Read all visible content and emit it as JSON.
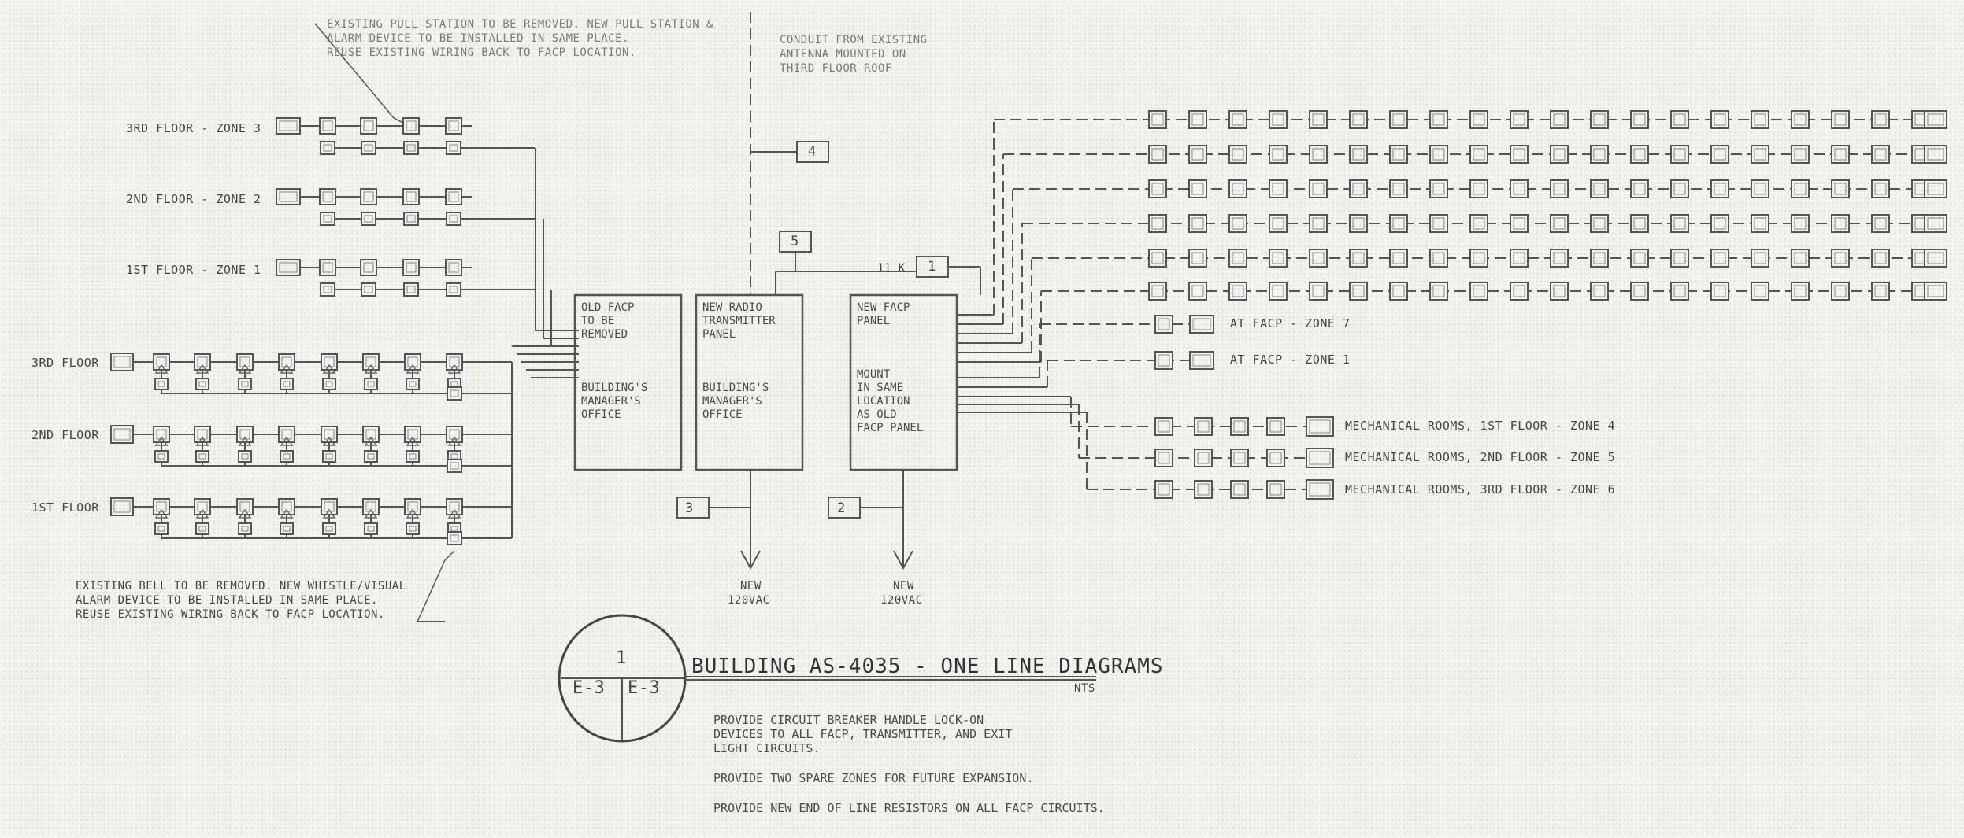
{
  "callouts": {
    "pull_station": [
      "EXISTING PULL STATION TO BE REMOVED. NEW PULL STATION &",
      "ALARM DEVICE TO BE INSTALLED IN SAME PLACE.",
      "REUSE EXISTING WIRING BACK TO FACP LOCATION."
    ],
    "roof_conduit": [
      "CONDUIT FROM EXISTING",
      "ANTENNA MOUNTED ON",
      "THIRD FLOOR ROOF"
    ],
    "bell": [
      "EXISTING BELL TO BE REMOVED. NEW WHISTLE/VISUAL",
      "ALARM DEVICE TO BE INSTALLED IN SAME PLACE.",
      "REUSE EXISTING WIRING BACK TO FACP LOCATION."
    ]
  },
  "zone_labels": {
    "z3": "3RD FLOOR - ZONE 3",
    "z2": "2ND FLOOR - ZONE 2",
    "z1": "1ST FLOOR - ZONE 1"
  },
  "floor_labels": [
    "3RD FLOOR",
    "2ND FLOOR",
    "1ST FLOOR"
  ],
  "panels": {
    "old": [
      "OLD FACP",
      "TO BE",
      "REMOVED",
      "",
      "",
      "",
      "BUILDING'S",
      "MANAGER'S",
      "OFFICE"
    ],
    "transmitter": [
      "NEW RADIO",
      "TRANSMITTER",
      "PANEL",
      "",
      "",
      "",
      "BUILDING'S",
      "MANAGER'S",
      "OFFICE"
    ],
    "facp": [
      "NEW FACP",
      "PANEL",
      "",
      "",
      "",
      "MOUNT",
      "IN SAME",
      "LOCATION",
      "AS OLD",
      "FACP PANEL"
    ]
  },
  "tags": {
    "t1": "1",
    "t2": "2",
    "t3": "3",
    "t4": "4",
    "t5": "5"
  },
  "wire_label": "11 K",
  "power": {
    "left": [
      "NEW",
      "120VAC"
    ],
    "right": [
      "NEW",
      "120VAC"
    ]
  },
  "right_labels": {
    "z7": "AT FACP - ZONE 7",
    "z1": "AT FACP - ZONE 1",
    "z4": "MECHANICAL ROOMS, 1ST FLOOR - ZONE 4",
    "z5": "MECHANICAL ROOMS, 2ND FLOOR - ZONE 5",
    "z6": "MECHANICAL ROOMS, 3RD FLOOR - ZONE 6"
  },
  "title_block": {
    "detail_num": "1",
    "sheet_left": "E-3",
    "sheet_right": "E-3",
    "title": "BUILDING AS-4035 - ONE LINE DIAGRAMS",
    "scale": "NTS"
  },
  "notes": [
    [
      "PROVIDE CIRCUIT BREAKER HANDLE LOCK-ON",
      "DEVICES TO ALL FACP, TRANSMITTER, AND EXIT",
      "LIGHT CIRCUITS."
    ],
    [
      "PROVIDE TWO SPARE ZONES FOR FUTURE EXPANSION."
    ],
    [
      "PROVIDE NEW END OF LINE RESISTORS ON ALL FACP CIRCUITS."
    ]
  ]
}
